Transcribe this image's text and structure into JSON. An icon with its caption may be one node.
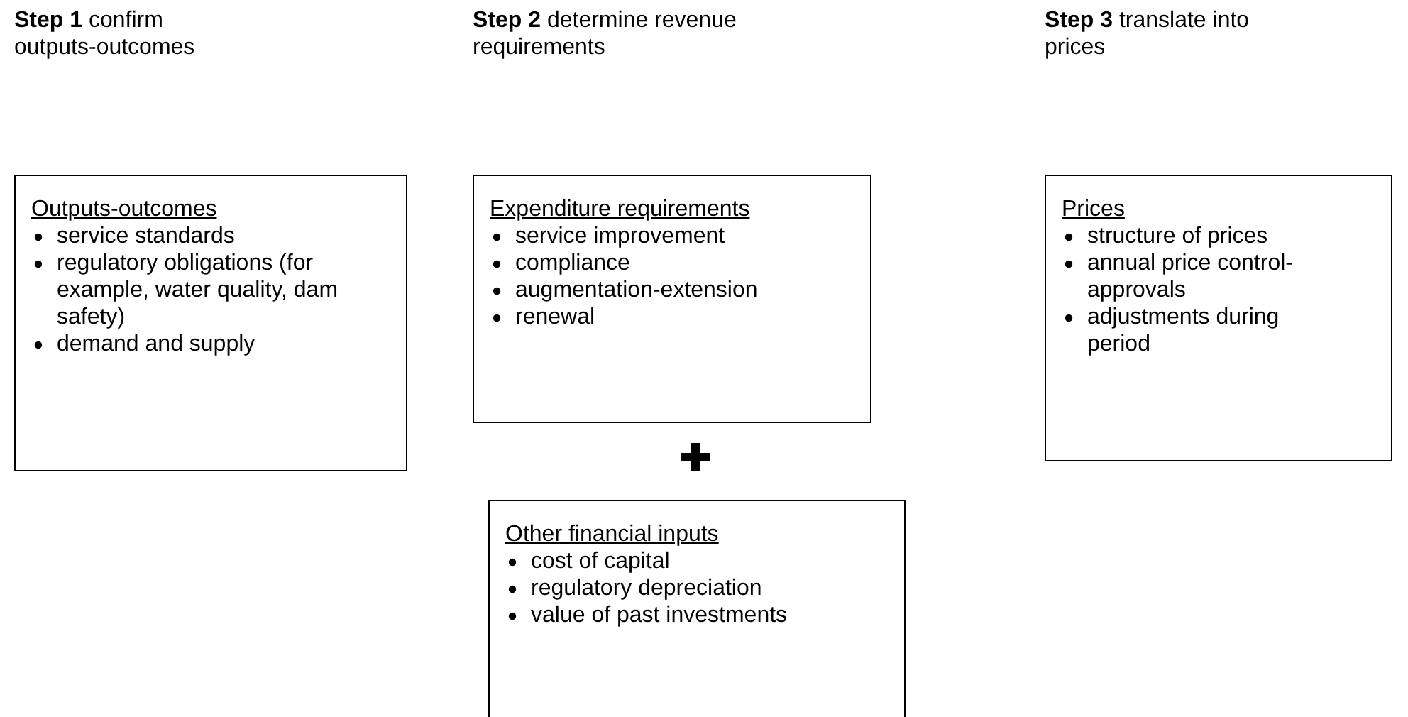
{
  "diagram": {
    "nodes": [
      {
        "text": [
          "Outputs-outcomes",
          "service standards",
          "regulatory obligations (for example, water quality, dam safety)",
          "demand and supply"
        ]
      },
      {
        "text": [
          "Expenditure requirements",
          "service improvement",
          "compliance",
          "augmentation-extension",
          "renewal"
        ]
      },
      {
        "text": [
          "Other financial inputs",
          "cost of capital",
          "regulatory depreciation",
          "value of past investments"
        ]
      },
      {
        "text": [
          "Prices",
          "structure of prices",
          "annual price control-approvals",
          "adjustments during period"
        ]
      }
    ],
    "labels": [
      "**Step 1** confirm outputs-outcomes",
      "**Step 2** determine revenue requirements",
      "**Step 3** translate into prices"
    ]
  }
}
